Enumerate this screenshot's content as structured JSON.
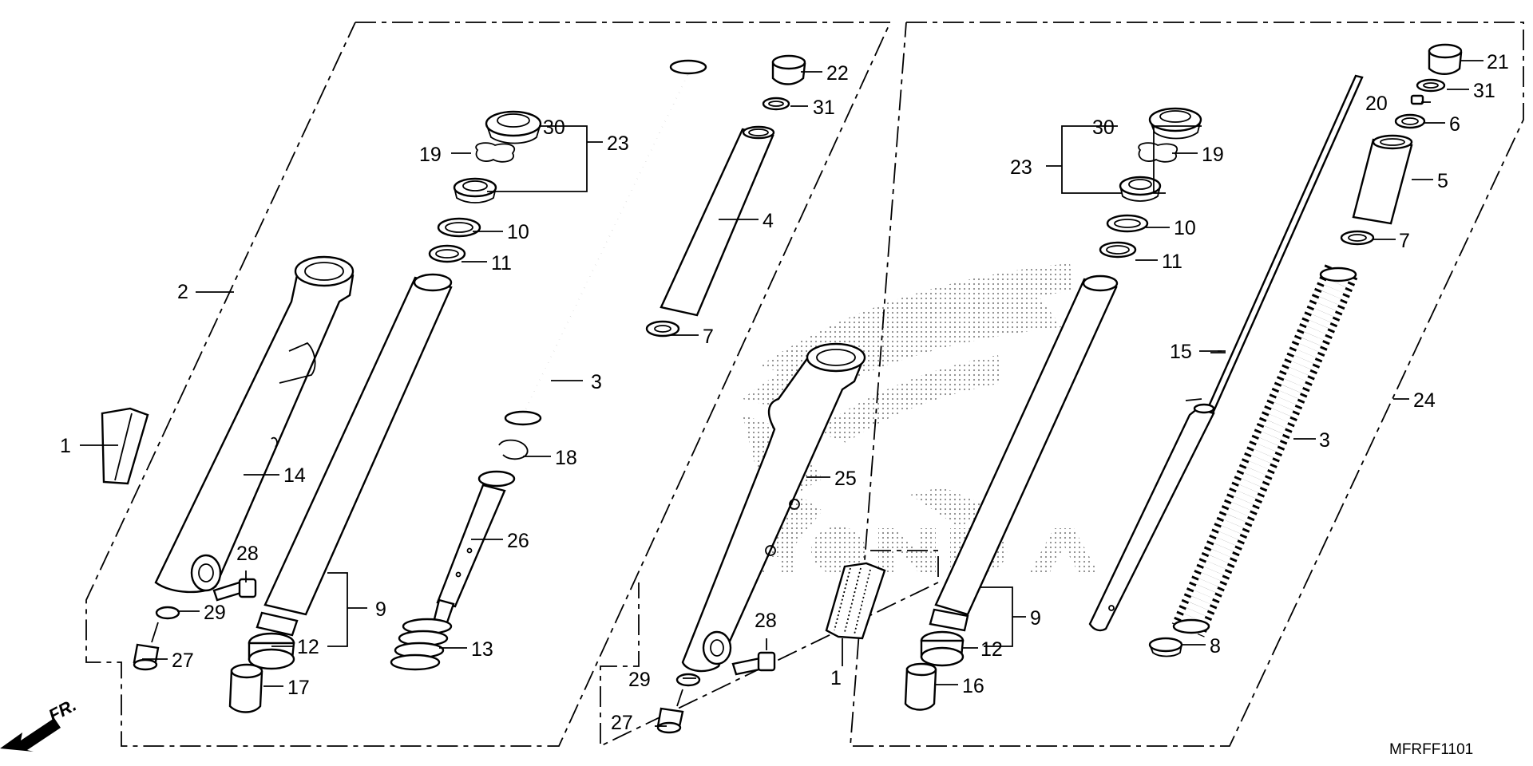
{
  "diagram": {
    "title": "",
    "code": "MFRFF1101",
    "direction_label": "FR.",
    "callouts": {
      "l_1": "1",
      "l_2": "2",
      "l_3": "3",
      "l_4": "4",
      "l_7": "7",
      "l_9": "9",
      "l_10": "10",
      "l_11": "11",
      "l_12": "12",
      "l_13": "13",
      "l_14": "14",
      "l_17": "17",
      "l_18": "18",
      "l_19": "19",
      "l_22": "22",
      "l_23": "23",
      "l_26": "26",
      "l_27": "27",
      "l_28": "28",
      "l_29": "29",
      "l_30": "30",
      "l_31": "31",
      "r_1": "1",
      "r_3": "3",
      "r_5": "5",
      "r_6": "6",
      "r_7": "7",
      "r_8": "8",
      "r_9": "9",
      "r_10": "10",
      "r_11": "11",
      "r_12": "12",
      "r_15": "15",
      "r_16": "16",
      "r_19": "19",
      "r_20": "20",
      "r_21": "21",
      "r_23": "23",
      "r_24": "24",
      "r_25": "25",
      "r_27": "27",
      "r_28": "28",
      "r_29": "29",
      "r_30": "30",
      "r_31": "31"
    }
  }
}
